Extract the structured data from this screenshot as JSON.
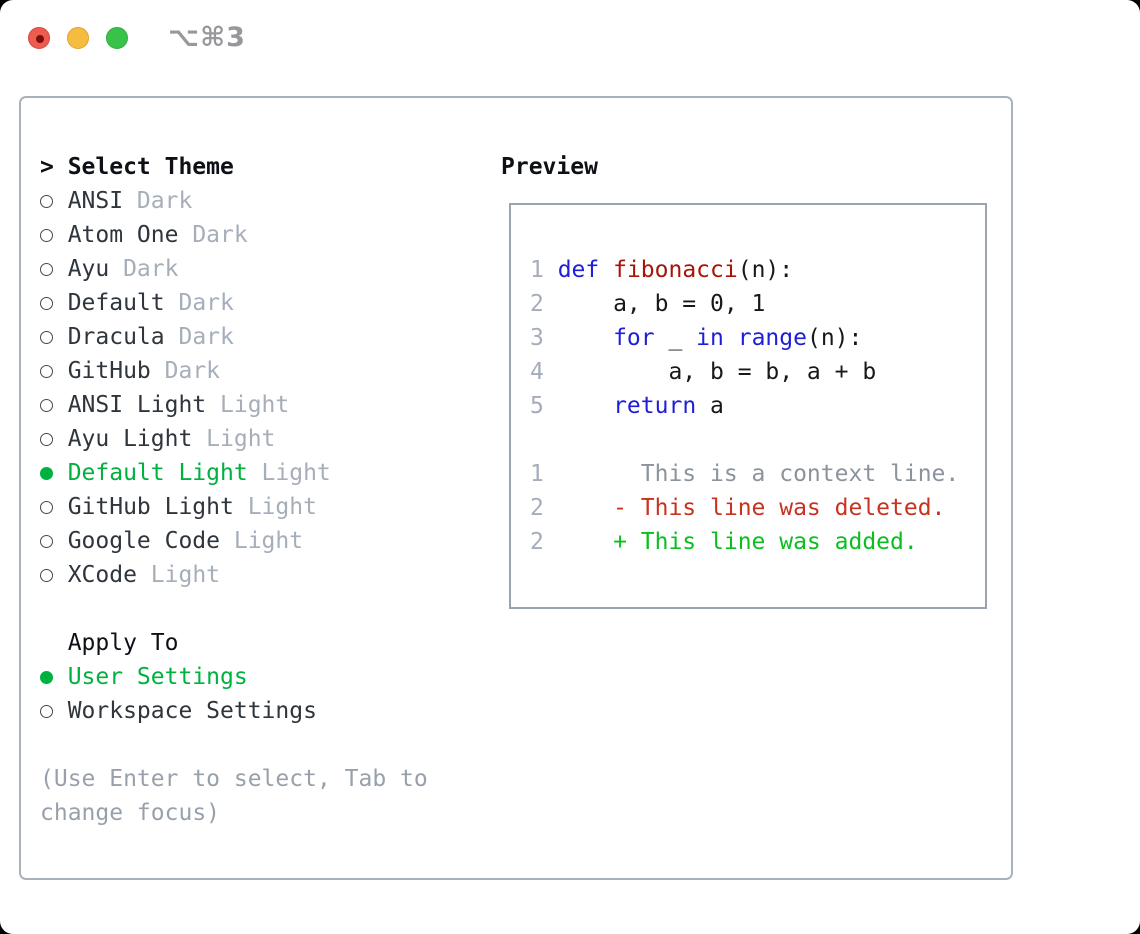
{
  "window": {
    "title": "⌥⌘3",
    "traffic_lights": [
      {
        "name": "close-button",
        "color": "#ee5b50",
        "has_unsaved_dot": true,
        "dot_color": "#7b100a"
      },
      {
        "name": "minimize-button",
        "color": "#f5bd40",
        "has_unsaved_dot": false
      },
      {
        "name": "zoom-button",
        "color": "#38c24a",
        "has_unsaved_dot": false
      }
    ]
  },
  "theme_picker": {
    "prompt": ">",
    "title": "Select Theme",
    "items": [
      {
        "name": "ANSI",
        "variant": "Dark",
        "selected": false
      },
      {
        "name": "Atom One",
        "variant": "Dark",
        "selected": false
      },
      {
        "name": "Ayu",
        "variant": "Dark",
        "selected": false
      },
      {
        "name": "Default",
        "variant": "Dark",
        "selected": false
      },
      {
        "name": "Dracula",
        "variant": "Dark",
        "selected": false
      },
      {
        "name": "GitHub",
        "variant": "Dark",
        "selected": false
      },
      {
        "name": "ANSI Light",
        "variant": "Light",
        "selected": false
      },
      {
        "name": "Ayu Light",
        "variant": "Light",
        "selected": false
      },
      {
        "name": "Default Light",
        "variant": "Light",
        "selected": true
      },
      {
        "name": "GitHub Light",
        "variant": "Light",
        "selected": false
      },
      {
        "name": "Google Code",
        "variant": "Light",
        "selected": false
      },
      {
        "name": "XCode",
        "variant": "Light",
        "selected": false
      }
    ],
    "apply_to": {
      "title": "Apply To",
      "options": [
        {
          "name": "User Settings",
          "selected": true
        },
        {
          "name": "Workspace Settings",
          "selected": false
        }
      ]
    },
    "help_lines": [
      "(Use Enter to select, Tab to",
      "change focus)"
    ]
  },
  "preview": {
    "title": "Preview",
    "lines": [
      {
        "num": "1",
        "tokens": [
          [
            "def",
            "kw"
          ],
          [
            " ",
            "pl"
          ],
          [
            "fibonacci",
            "fn"
          ],
          [
            "(n):",
            "pl"
          ]
        ]
      },
      {
        "num": "2",
        "tokens": [
          [
            "    a, b = 0, 1",
            "pl"
          ]
        ]
      },
      {
        "num": "3",
        "tokens": [
          [
            "    ",
            "pl"
          ],
          [
            "for",
            "kw"
          ],
          [
            " _ ",
            "pl"
          ],
          [
            "in",
            "kw"
          ],
          [
            " ",
            "pl"
          ],
          [
            "range",
            "kw"
          ],
          [
            "(n):",
            "pl"
          ]
        ]
      },
      {
        "num": "4",
        "tokens": [
          [
            "        a, b = b, a + b",
            "pl"
          ]
        ]
      },
      {
        "num": "5",
        "tokens": [
          [
            "    ",
            "pl"
          ],
          [
            "return",
            "kw"
          ],
          [
            " a",
            "pl"
          ]
        ]
      },
      {
        "num": "",
        "tokens": []
      },
      {
        "num": "1",
        "tokens": [
          [
            "      This is a context line.",
            "ctx"
          ]
        ]
      },
      {
        "num": "2",
        "tokens": [
          [
            "    - This line was deleted.",
            "del"
          ]
        ]
      },
      {
        "num": "2",
        "tokens": [
          [
            "    + This line was added.",
            "add"
          ]
        ]
      }
    ]
  },
  "colors": {
    "selection_green": "#00b140",
    "item_text": "#2f353c",
    "title_text": "#0d1117",
    "variant_suffix_gray": "#a6aeba",
    "help_gray": "#98a1ab",
    "window_title_gray": "#97989c",
    "line_number_gray": "#a5adbb",
    "tokens": {
      "kw": "#1e1ed8",
      "fn": "#a81508",
      "pl": "#16181b",
      "ctx": "#8b939d",
      "del": "#c9321f",
      "add": "#0abf1f",
      "num": "#a5adbb"
    }
  }
}
